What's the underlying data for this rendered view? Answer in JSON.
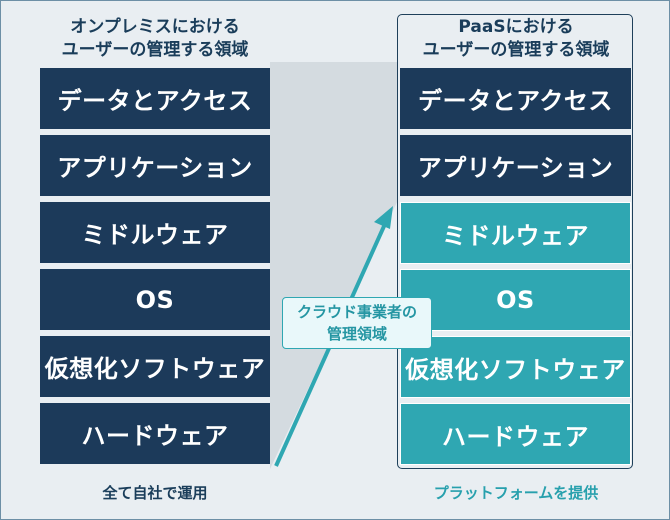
{
  "onpremise": {
    "header_line1": "オンプレミスにおける",
    "header_line2": "ユーザーの管理する領域",
    "layers": [
      "データとアクセス",
      "アプリケーション",
      "ミドルウェア",
      "OS",
      "仮想化ソフトウェア",
      "ハードウェア"
    ],
    "caption": "全て自社で運用"
  },
  "paas": {
    "header_line1": "PaaSにおける",
    "header_line2": "ユーザーの管理する領域",
    "user_layers": [
      "データとアクセス",
      "アプリケーション"
    ],
    "provider_layers": [
      "ミドルウェア",
      "OS",
      "仮想化ソフトウェア",
      "ハードウェア"
    ],
    "caption": "プラットフォームを提供"
  },
  "provider_label": {
    "line1": "クラウド事業者の",
    "line2": "管理領域"
  },
  "colors": {
    "navy": "#1c3a5a",
    "teal": "#2fa7b2",
    "background": "#e9eef2",
    "trapezoid": "#d4dbe0"
  }
}
